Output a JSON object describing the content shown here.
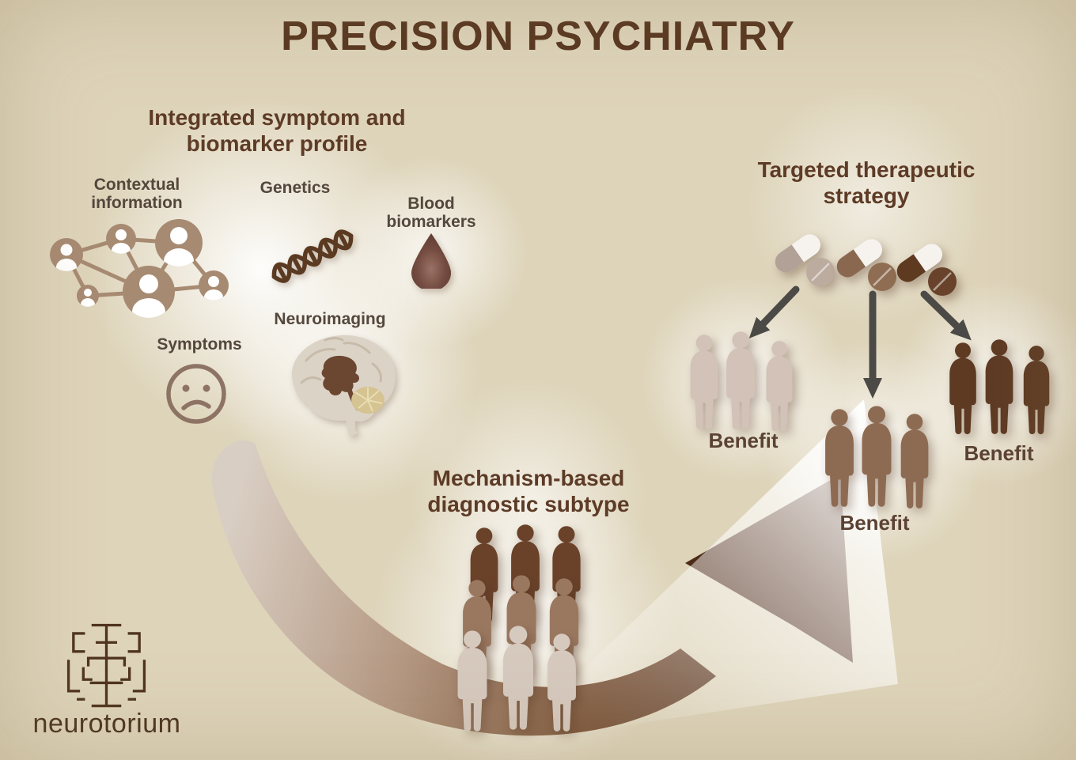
{
  "title": "PRECISION PSYCHIATRY",
  "profile": {
    "heading_line1": "Integrated symptom and",
    "heading_line2": "biomarker profile",
    "contextual_line1": "Contextual",
    "contextual_line2": "information",
    "genetics_label": "Genetics",
    "blood_line1": "Blood",
    "blood_line2": "biomarkers",
    "symptoms_label": "Symptoms",
    "neuroimaging_label": "Neuroimaging"
  },
  "diagnosis": {
    "heading_line1": "Mechanism-based",
    "heading_line2": "diagnostic subtype"
  },
  "therapy": {
    "heading_line1": "Targeted therapeutic",
    "heading_line2": "strategy",
    "groups": [
      {
        "label": "Benefit",
        "tone": "light"
      },
      {
        "label": "Benefit",
        "tone": "medium"
      },
      {
        "label": "Benefit",
        "tone": "dark"
      }
    ]
  },
  "footer": {
    "brand": "neurotorium"
  },
  "colors": {
    "background": "#ded4ba",
    "title_text": "#57351f",
    "heading_text": "#5d3b26",
    "label_text": "#54473c",
    "benefit_text": "#5b4233",
    "network_icon": "#a78a72",
    "dna_icon": "#5b3a22",
    "blood_drop": "#6b463c",
    "face_icon": "#8d7363",
    "pill_arrow_gray": "#4c4a46",
    "group_light": "#d3c2b7",
    "group_medium": "#8d6b52",
    "group_dark": "#5e3a23",
    "stack_row_dark": "#6a422a",
    "stack_row_medium": "#9a7860",
    "stack_row_light": "#d6c9be",
    "big_arrow_dark": "#4e2b17",
    "big_arrow_light": "#d9cec3"
  }
}
